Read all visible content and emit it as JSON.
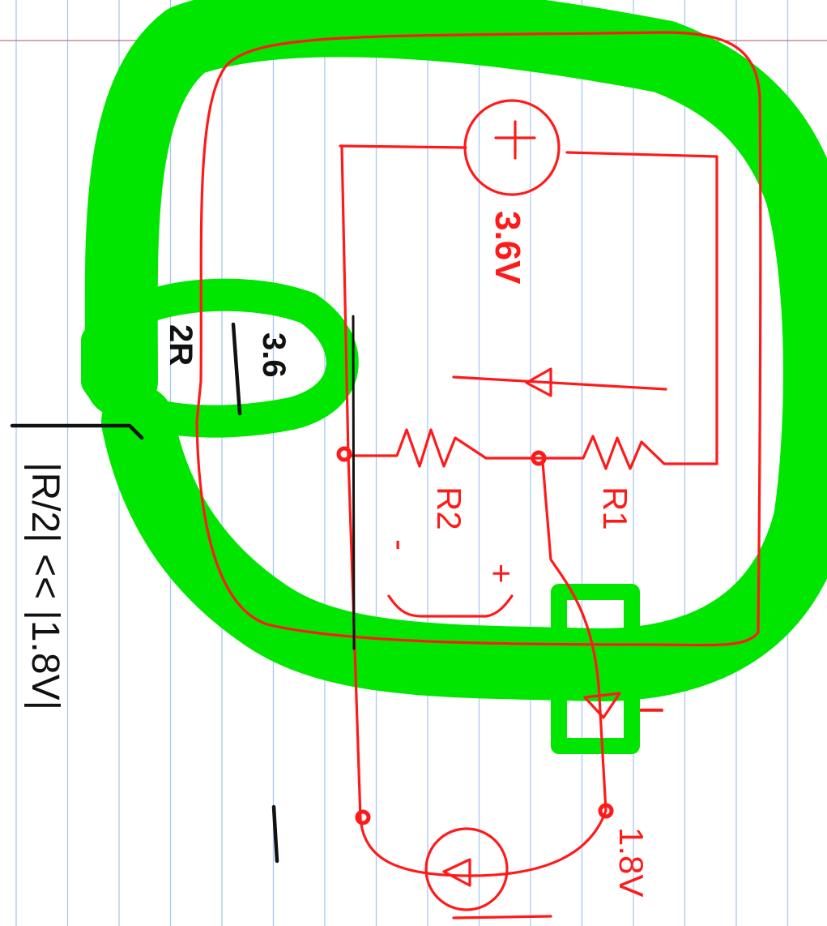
{
  "page": {
    "background": "#ffffff",
    "rule_color": "#a7c8f0",
    "margin_line_color": "#c07080"
  },
  "ink": {
    "red": "#ff1a1a",
    "green": "#00e600",
    "black": "#111111"
  },
  "annotations": {
    "source_voltage": "3.6V",
    "fraction_numerator": "3.6",
    "fraction_denominator": "2R",
    "plus_sign": "+",
    "minus_sign": "-",
    "resistor_r1": "R1",
    "resistor_r2": "R2",
    "current_i": "I",
    "voltage_out": "1.8V",
    "inequality": "|R/2| << |1.8V|"
  }
}
